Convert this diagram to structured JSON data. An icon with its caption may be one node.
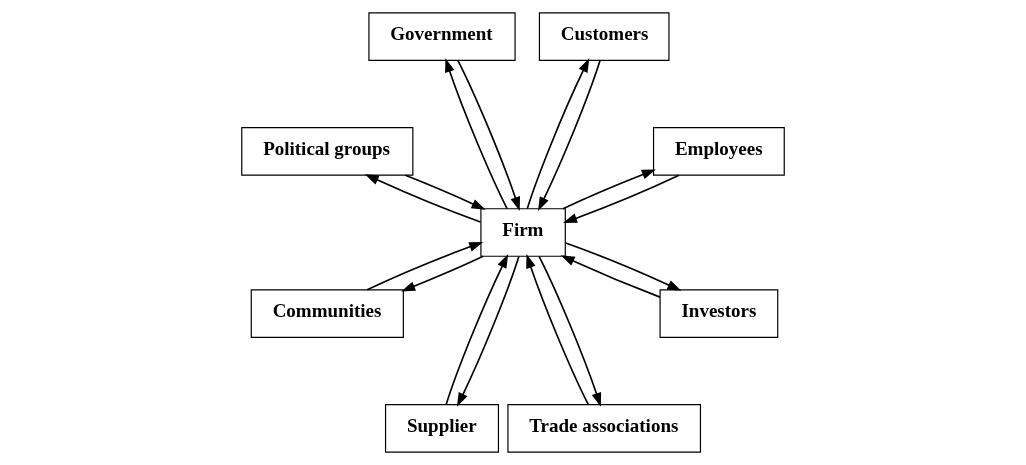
{
  "diagram": {
    "nodes": [
      {
        "text": [
          "Employees"
        ]
      },
      {
        "text": [
          "Customers"
        ]
      },
      {
        "text": [
          "Government"
        ]
      },
      {
        "text": [
          "Political groups"
        ]
      },
      {
        "text": [
          "Firm"
        ]
      },
      {
        "text": [
          "Communities"
        ]
      },
      {
        "text": [
          "Supplier"
        ]
      },
      {
        "text": [
          "Trade associations"
        ]
      },
      {
        "text": [
          "Investors"
        ]
      }
    ],
    "edges": [
      {
        "from": 4,
        "to": 0,
        "arrow": "to"
      },
      {
        "from": 0,
        "to": 4,
        "arrow": "to"
      },
      {
        "from": 4,
        "to": 1,
        "arrow": "to"
      },
      {
        "from": 1,
        "to": 4,
        "arrow": "to"
      },
      {
        "from": 4,
        "to": 2,
        "arrow": "to"
      },
      {
        "from": 2,
        "to": 4,
        "arrow": "to"
      },
      {
        "from": 4,
        "to": 3,
        "arrow": "to"
      },
      {
        "from": 3,
        "to": 4,
        "arrow": "to"
      },
      {
        "from": 4,
        "to": 5,
        "arrow": "to"
      },
      {
        "from": 5,
        "to": 4,
        "arrow": "to"
      },
      {
        "from": 4,
        "to": 6,
        "arrow": "to"
      },
      {
        "from": 6,
        "to": 4,
        "arrow": "to"
      },
      {
        "from": 4,
        "to": 7,
        "arrow": "to"
      },
      {
        "from": 7,
        "to": 4,
        "arrow": "to"
      },
      {
        "from": 4,
        "to": 8,
        "arrow": "to"
      },
      {
        "from": 8,
        "to": 4,
        "arrow": "to"
      }
    ]
  }
}
